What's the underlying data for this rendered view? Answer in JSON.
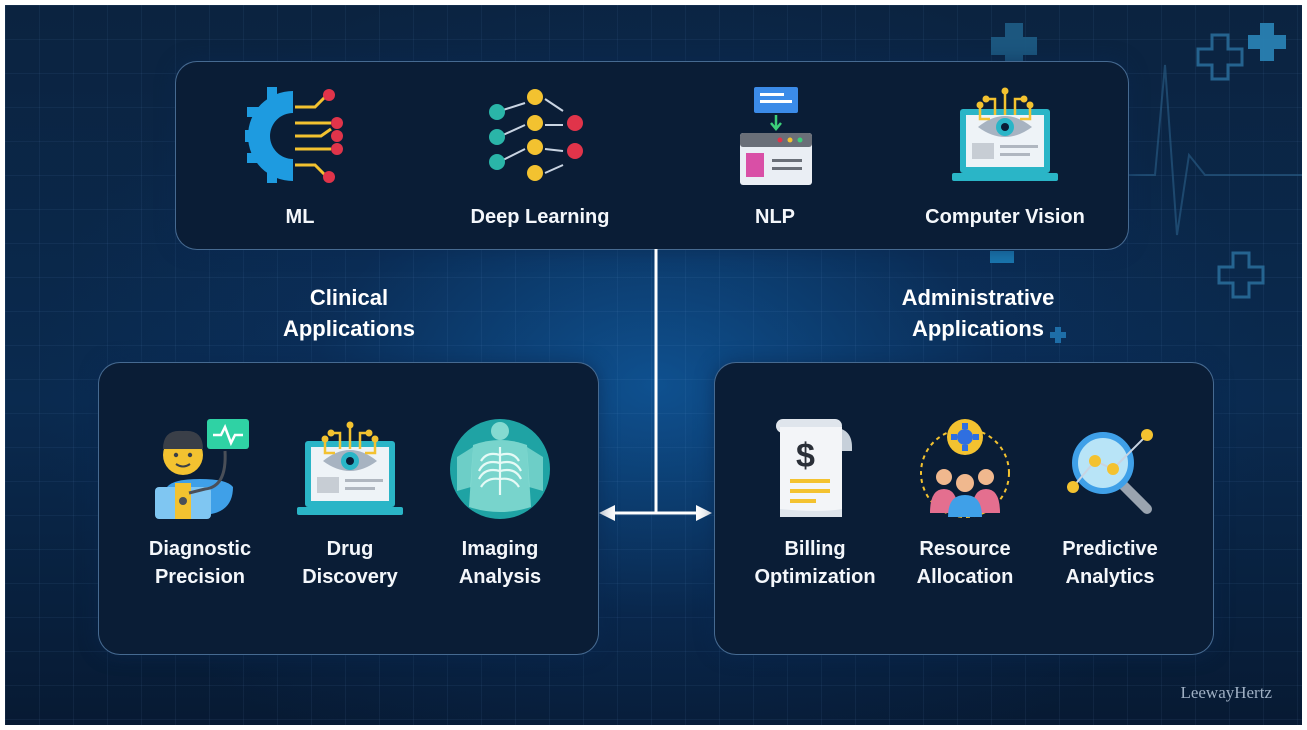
{
  "top_panel": {
    "items": [
      {
        "label": "ML",
        "icon": "gear-circuit-icon"
      },
      {
        "label": "Deep Learning",
        "icon": "neural-network-icon"
      },
      {
        "label": "NLP",
        "icon": "text-processing-icon"
      },
      {
        "label": "Computer Vision",
        "icon": "laptop-eye-icon"
      }
    ]
  },
  "clinical": {
    "heading_line1": "Clinical",
    "heading_line2": "Applications",
    "items": [
      {
        "line1": "Diagnostic",
        "line2": "Precision",
        "icon": "doctor-stethoscope-icon"
      },
      {
        "line1": "Drug",
        "line2": "Discovery",
        "icon": "laptop-eye-icon"
      },
      {
        "line1": "Imaging",
        "line2": "Analysis",
        "icon": "xray-chest-icon"
      }
    ]
  },
  "administrative": {
    "heading_line1": "Administrative",
    "heading_line2": "Applications",
    "items": [
      {
        "line1": "Billing",
        "line2": "Optimization",
        "icon": "invoice-dollar-icon"
      },
      {
        "line1": "Resource",
        "line2": "Allocation",
        "icon": "team-gear-icon"
      },
      {
        "line1": "Predictive",
        "line2": "Analytics",
        "icon": "magnifier-chart-icon"
      }
    ]
  },
  "watermark": "LeewayHertz",
  "colors": {
    "panel_border": "#78aadc",
    "accent_cyan": "#29b6d8",
    "accent_red": "#e0344a",
    "accent_yellow": "#f3c230"
  }
}
